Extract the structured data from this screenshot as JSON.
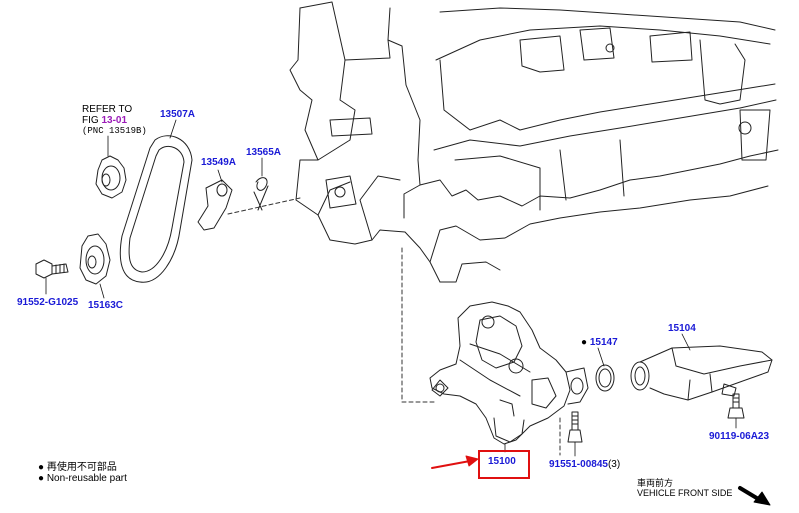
{
  "refer_note": {
    "line1": "REFER TO",
    "line2_prefix": "FIG ",
    "fig_link": "13-01",
    "line3": "(PNC 13519B)"
  },
  "parts": {
    "p13507A": "13507A",
    "p13549A": "13549A",
    "p13565A": "13565A",
    "p91552": "91552-G1025",
    "p15163C": "15163C",
    "p15147": "15147",
    "p15147_bullet": "●",
    "p15104": "15104",
    "p15100": "15100",
    "p91551": "91551-00845",
    "p91551_qty": "(3)",
    "p90119": "90119-06A23"
  },
  "legend": {
    "bullet": "●",
    "jp": "再使用不可部品",
    "en": "Non-reusable part"
  },
  "front_side": {
    "jp": "車両前方",
    "en": "VEHICLE FRONT SIDE"
  },
  "colors": {
    "part_label": "#1a1ad6",
    "fig_link": "#9b1bb8",
    "highlight": "#e01010"
  }
}
